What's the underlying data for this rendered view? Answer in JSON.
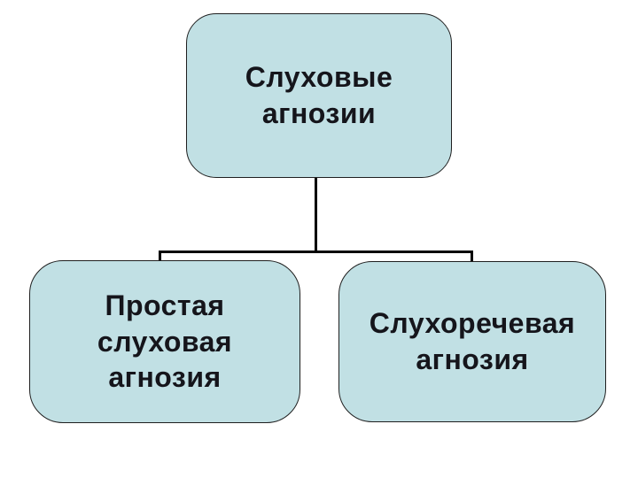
{
  "slide": {
    "colors": {
      "background": "#ffffff",
      "node_fill": "#c1e0e4",
      "node_border": "#1f1f1f",
      "connector": "#000000",
      "text": "#15151b"
    }
  },
  "diagram": {
    "type": "tree",
    "nodes": {
      "root": {
        "label": "Слуховые\nагнозии"
      },
      "left_child": {
        "label": "Простая\nслуховая\nагнозия"
      },
      "right_child": {
        "label": "Слухоречевая\nагнозия"
      }
    },
    "edges": [
      {
        "from": "root",
        "to": "left_child"
      },
      {
        "from": "root",
        "to": "right_child"
      }
    ]
  }
}
